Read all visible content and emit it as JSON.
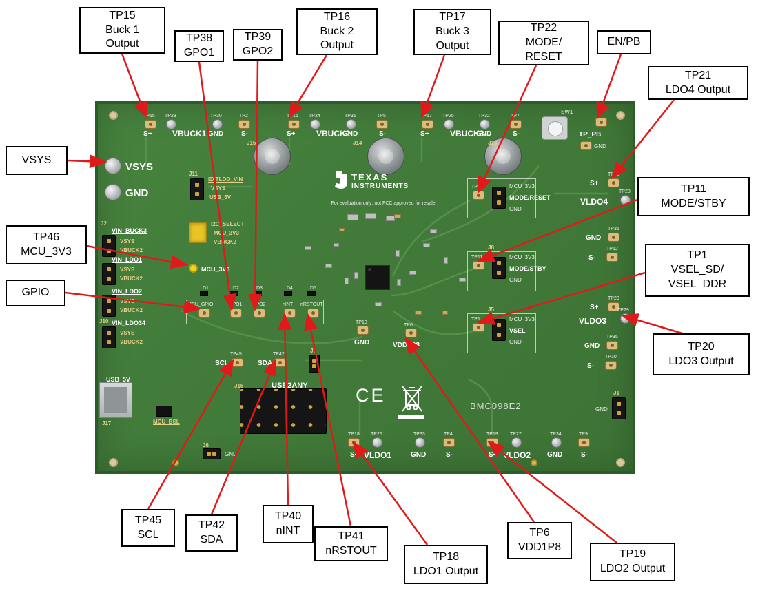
{
  "colors": {
    "arrow": "#e01a1a",
    "board": "#44803c",
    "pad": "#dcbc7d",
    "silkscreen": "#ffffff",
    "callout_border": "#000000"
  },
  "callouts": [
    {
      "id": "tp15-buck1-output",
      "text": "TP15\nBuck 1\nOutput"
    },
    {
      "id": "tp38-gpo1",
      "text": "TP38\nGPO1"
    },
    {
      "id": "tp39-gpo2",
      "text": "TP39\nGPO2"
    },
    {
      "id": "tp16-buck2-output",
      "text": "TP16\nBuck 2\nOutput"
    },
    {
      "id": "tp17-buck3-output",
      "text": "TP17\nBuck 3\nOutput"
    },
    {
      "id": "tp22-mode-reset",
      "text": "TP22\nMODE/\nRESET"
    },
    {
      "id": "en-pb",
      "text": "EN/PB"
    },
    {
      "id": "tp21-ldo4-output",
      "text": "TP21\nLDO4 Output"
    },
    {
      "id": "vsys",
      "text": "VSYS"
    },
    {
      "id": "tp46-mcu-3v3",
      "text": "TP46\nMCU_3V3"
    },
    {
      "id": "gpio",
      "text": "GPIO"
    },
    {
      "id": "tp11-mode-stby",
      "text": "TP11\nMODE/STBY"
    },
    {
      "id": "tp1-vsel",
      "text": "TP1\nVSEL_SD/\nVSEL_DDR"
    },
    {
      "id": "tp20-ldo3-output",
      "text": "TP20\nLDO3 Output"
    },
    {
      "id": "tp45-scl",
      "text": "TP45\nSCL"
    },
    {
      "id": "tp42-sda",
      "text": "TP42\nSDA"
    },
    {
      "id": "tp40-nint",
      "text": "TP40\nnINT"
    },
    {
      "id": "tp41-nrstout",
      "text": "TP41\nnRSTOUT"
    },
    {
      "id": "tp18-ldo1-output",
      "text": "TP18\nLDO1 Output"
    },
    {
      "id": "tp6-vdd1p8",
      "text": "TP6\nVDD1P8"
    },
    {
      "id": "tp19-ldo2-output",
      "text": "TP19\nLDO2 Output"
    }
  ],
  "t": {
    "splus": "S+",
    "sminus": "S-",
    "gnd": "GND",
    "vsys": "VSYS",
    "vbuck1": "VBUCK1",
    "vbuck2": "VBUCK2",
    "vbuck3": "VBUCK3",
    "vldo1": "VLDO1",
    "vldo2": "VLDO2",
    "vldo3": "VLDO3",
    "vldo4": "VLDO4",
    "mcu_3v3": "MCU_3V3",
    "mode_reset": "MODE/RESET",
    "mode_stby": "MODE/STBY",
    "vsel": "VSEL",
    "extldo_vin": "EXTLDO_VIN",
    "usb_5v": "USB_5V",
    "i2c_select": "I2C_SELECT",
    "vin_buck3": "VIN_BUCK3",
    "vin_ldo1": "VIN_LDO1",
    "vin_ldo2": "VIN_LDO2",
    "vin_ldo34": "VIN_LDO34",
    "mcu_gpio": "MCU_GPIO",
    "gpo1": "GPO1",
    "gpo2": "GPO2",
    "nint": "nINT",
    "nrstout": "nRSTOUT",
    "scl": "SCL",
    "sda": "SDA",
    "usb2any": "USB2ANY",
    "mcu_bsl": "MCU_BSL",
    "vdd1p8": "VDD1P8",
    "tp_pb": "TP_PB",
    "sw1": "SW1",
    "tp1": "TP1",
    "tp2": "TP2",
    "tp4": "TP4",
    "tp5": "TP5",
    "tp6": "TP6",
    "tp7": "TP7",
    "tp9": "TP9",
    "tp10": "TP10",
    "tp11": "TP11",
    "tp12": "TP12",
    "tp13": "TP13",
    "tp15": "TP15",
    "tp16": "TP16",
    "tp17": "TP17",
    "tp18": "TP18",
    "tp19": "TP19",
    "tp20": "TP20",
    "tp21": "TP21",
    "tp22": "TP22",
    "tp23": "TP23",
    "tp24": "TP24",
    "tp25": "TP25",
    "tp26": "TP26",
    "tp27": "TP27",
    "tp28": "TP28",
    "tp29": "TP29",
    "tp30": "TP30",
    "tp31": "TP31",
    "tp32": "TP32",
    "tp33": "TP33",
    "tp34": "TP34",
    "tp35": "TP35",
    "tp36": "TP36",
    "tp42": "TP42",
    "tp45": "TP45",
    "d1": "D1",
    "d2": "D2",
    "d3": "D3",
    "d4": "D4",
    "d5": "D5",
    "j1": "J1",
    "j2": "J2",
    "j5": "J5",
    "j6": "J6",
    "j7": "J7",
    "j8": "J8",
    "j10": "J10",
    "j11": "J11",
    "j13": "J13",
    "j14": "J14",
    "j15": "J15",
    "j16": "J16",
    "j17": "J17",
    "part_number": "BMC098E2",
    "ce": "CE",
    "logo1": "TEXAS",
    "logo2": "INSTRUMENTS",
    "disclaimer": "For evaluation only; not FCC approved for resale."
  }
}
